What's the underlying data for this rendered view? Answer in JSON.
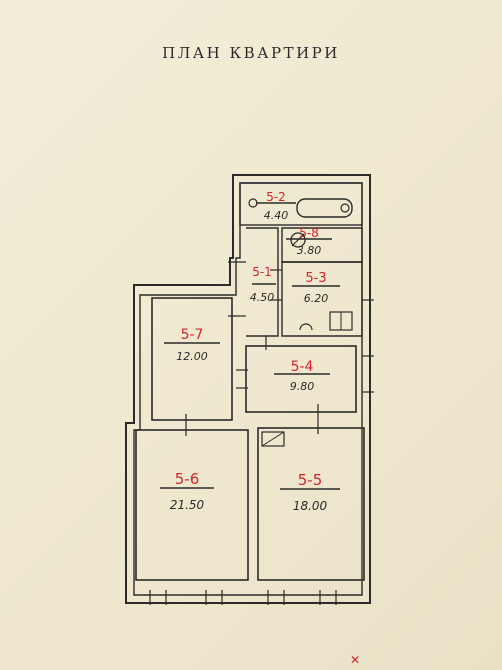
{
  "title": "ПЛАН КВАРТИРИ",
  "colors": {
    "paper": "#f1ead2",
    "line": "#2b2b2b",
    "room_id": "#d4252f"
  },
  "rooms": [
    {
      "id": "5-2",
      "area": "4.40"
    },
    {
      "id": "5-8",
      "area": "3.80"
    },
    {
      "id": "5-1",
      "area": "4.50"
    },
    {
      "id": "5-3",
      "area": "6.20"
    },
    {
      "id": "5-7",
      "area": "12.00"
    },
    {
      "id": "5-4",
      "area": "9.80"
    },
    {
      "id": "5-6",
      "area": "21.50"
    },
    {
      "id": "5-5",
      "area": "18.00"
    }
  ]
}
